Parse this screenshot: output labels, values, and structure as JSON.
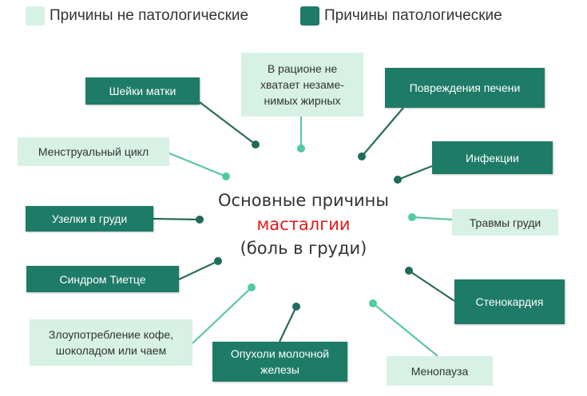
{
  "legend": {
    "non_pathological": "Причины не патологические",
    "pathological": "Причины патологические"
  },
  "colors": {
    "pathological": "#1e7b67",
    "non_pathological": "#d7f1e5",
    "accent": "#e01b1b"
  },
  "center": {
    "line1": "Основные причины",
    "line2": "масталгии",
    "line3": "(боль в груди)"
  },
  "causes": {
    "cervix": "Шейки матки",
    "diet": "В рационе не хватает незаме-нимых жирных",
    "liver": "Повреждения печени",
    "menstrual": "Менструальный цикл",
    "infections": "Инфекции",
    "nodules": "Узелки в груди",
    "trauma": "Травмы груди",
    "tietze": "Синдром Тиетце",
    "angina": "Стенокардия",
    "coffee": "Злоупотребление кофе, шоколадом или чаем",
    "tumors": "Опухоли молочной железы",
    "menopause": "Менопауза"
  }
}
